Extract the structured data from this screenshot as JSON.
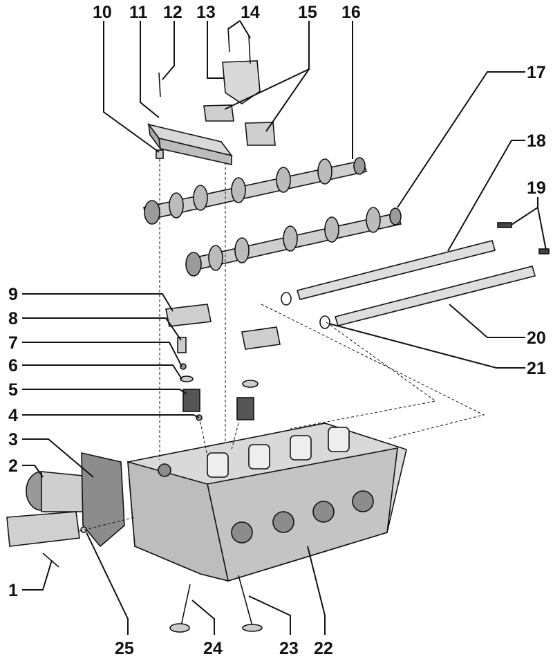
{
  "callouts": [
    {
      "id": "c1",
      "text": "1"
    },
    {
      "id": "c2",
      "text": "2"
    },
    {
      "id": "c3",
      "text": "3"
    },
    {
      "id": "c4",
      "text": "4"
    },
    {
      "id": "c5",
      "text": "5"
    },
    {
      "id": "c6",
      "text": "6"
    },
    {
      "id": "c7",
      "text": "7"
    },
    {
      "id": "c8",
      "text": "8"
    },
    {
      "id": "c9",
      "text": "9"
    },
    {
      "id": "c10",
      "text": "10"
    },
    {
      "id": "c11",
      "text": "11"
    },
    {
      "id": "c12",
      "text": "12"
    },
    {
      "id": "c13",
      "text": "13"
    },
    {
      "id": "c14",
      "text": "14"
    },
    {
      "id": "c15",
      "text": "15"
    },
    {
      "id": "c16",
      "text": "16"
    },
    {
      "id": "c17",
      "text": "17"
    },
    {
      "id": "c18",
      "text": "18"
    },
    {
      "id": "c19",
      "text": "19"
    },
    {
      "id": "c20",
      "text": "20"
    },
    {
      "id": "c21",
      "text": "21"
    },
    {
      "id": "c22",
      "text": "22"
    },
    {
      "id": "c23",
      "text": "23"
    },
    {
      "id": "c24",
      "text": "24"
    },
    {
      "id": "c25",
      "text": "25"
    }
  ],
  "colors": {
    "ink": "#111111",
    "part_fill": "#d9d9d9",
    "shade": "#8c8c8c",
    "background": "#ffffff"
  }
}
